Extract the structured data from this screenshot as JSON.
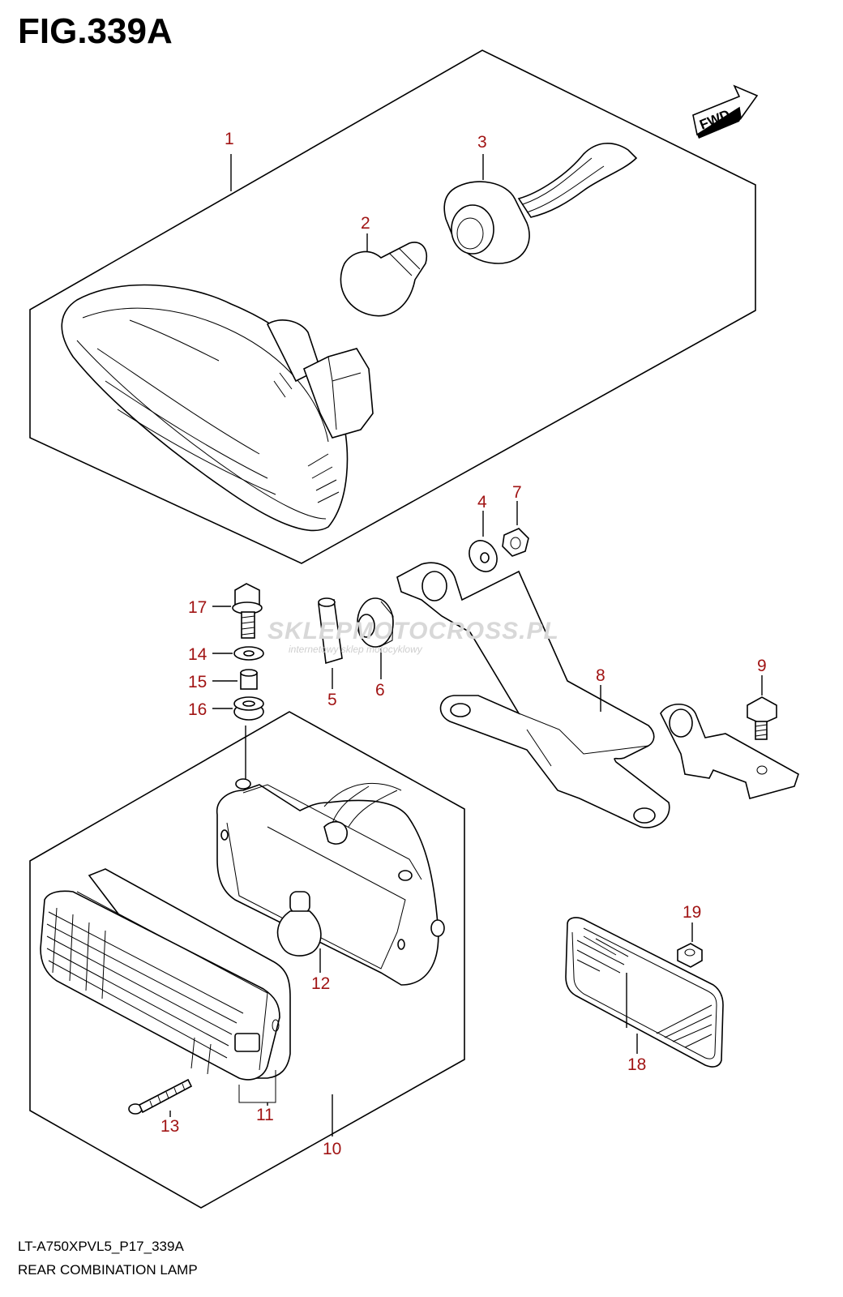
{
  "figure": {
    "title": "FIG.339A",
    "fwd_label": "FWD",
    "watermark": "SKLEPMOTOCROSS.PL",
    "watermark_sub": "internetowy sklep motocyklowy",
    "footer_code": "LT-A750XPVL5_P17_339A",
    "footer_name": "REAR COMBINATION LAMP"
  },
  "callouts": [
    "1",
    "2",
    "3",
    "4",
    "5",
    "6",
    "7",
    "8",
    "9",
    "10",
    "11",
    "12",
    "13",
    "14",
    "15",
    "16",
    "17",
    "18",
    "19"
  ],
  "colors": {
    "callout": "#a11414",
    "line": "#000000"
  }
}
